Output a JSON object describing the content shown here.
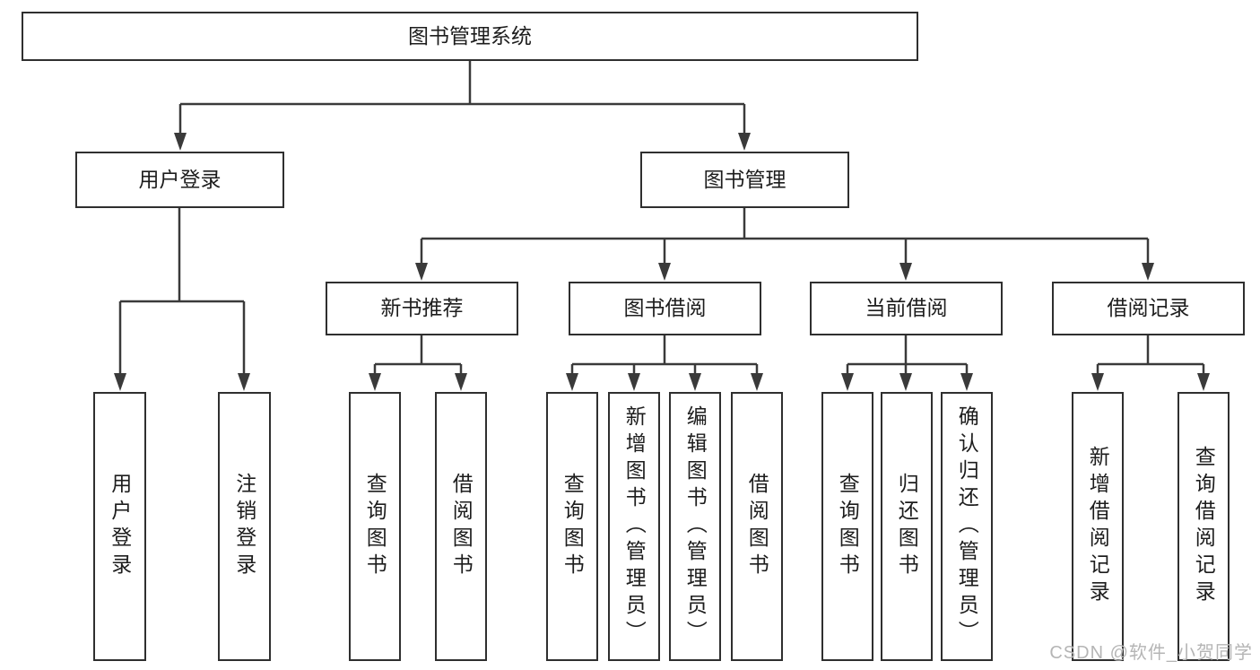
{
  "style": {
    "line_color": "#3a3a3a",
    "box_border_color": "#2f2f2f",
    "text_color": "#1d1d1d",
    "background_color": "#ffffff",
    "watermark_color": "#b5b5b5"
  },
  "watermark": {
    "text": "CSDN @软件_小贺同学"
  },
  "tree": {
    "label": "图书管理系统",
    "children": [
      {
        "label": "用户登录",
        "children": [
          {
            "label": "用户登录"
          },
          {
            "label": "注销登录"
          }
        ]
      },
      {
        "label": "图书管理",
        "children": [
          {
            "label": "新书推荐",
            "children": [
              {
                "label": "查询图书"
              },
              {
                "label": "借阅图书"
              }
            ]
          },
          {
            "label": "图书借阅",
            "children": [
              {
                "label": "查询图书"
              },
              {
                "label": "新增图书（管理员）"
              },
              {
                "label": "编辑图书（管理员）"
              },
              {
                "label": "借阅图书"
              }
            ]
          },
          {
            "label": "当前借阅",
            "children": [
              {
                "label": "查询图书"
              },
              {
                "label": "归还图书"
              },
              {
                "label": "确认归还（管理员）"
              }
            ]
          },
          {
            "label": "借阅记录",
            "children": [
              {
                "label": "新增借阅记录"
              },
              {
                "label": "查询借阅记录"
              }
            ]
          }
        ]
      }
    ]
  }
}
